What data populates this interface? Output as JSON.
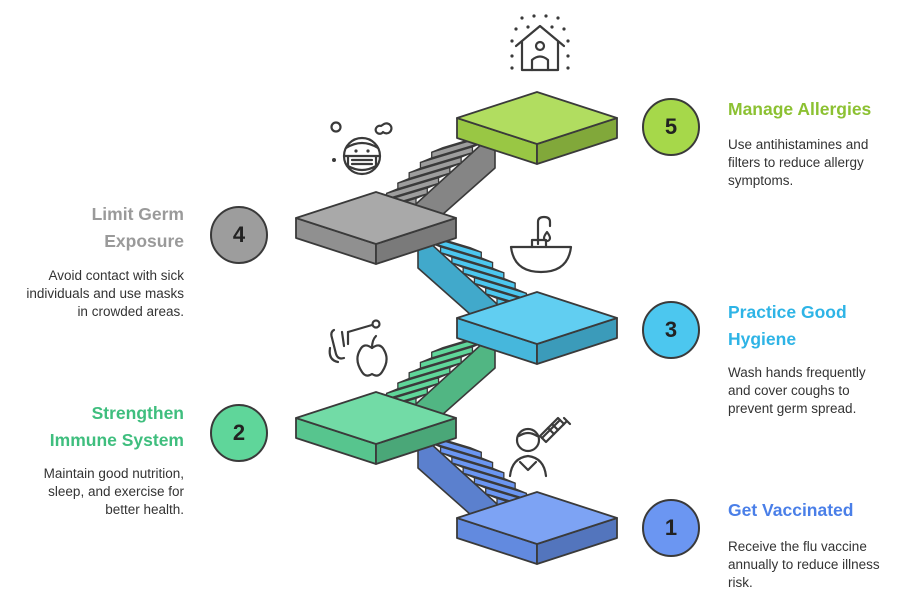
{
  "colors": {
    "step1": "#6b96f2",
    "step2": "#5fd69a",
    "step3": "#4cc7ef",
    "step4": "#9d9d9d",
    "step5": "#a6d84a",
    "outline": "#3a3a3a"
  },
  "steps": [
    {
      "number": "1",
      "title": "Get Vaccinated",
      "description": [
        "Receive the flu vaccine",
        "annually to reduce illness",
        "risk."
      ],
      "icon": "vaccine-syringe-icon"
    },
    {
      "number": "2",
      "title": [
        "Strengthen",
        "Immune System"
      ],
      "description": [
        "Maintain good nutrition,",
        "sleep, and exercise for",
        "better health."
      ],
      "icon": "nutrition-apple-icon"
    },
    {
      "number": "3",
      "title": [
        "Practice Good",
        "Hygiene"
      ],
      "description": [
        "Wash hands frequently",
        "and cover coughs to",
        "prevent germ spread."
      ],
      "icon": "wash-basin-icon"
    },
    {
      "number": "4",
      "title": [
        "Limit Germ",
        "Exposure"
      ],
      "description": [
        "Avoid contact with sick",
        "individuals and use masks",
        "in crowded areas."
      ],
      "icon": "face-mask-icon"
    },
    {
      "number": "5",
      "title": "Manage Allergies",
      "description": [
        "Use antihistamines and",
        "filters to reduce allergy",
        "symptoms."
      ],
      "icon": "home-filter-icon"
    }
  ]
}
